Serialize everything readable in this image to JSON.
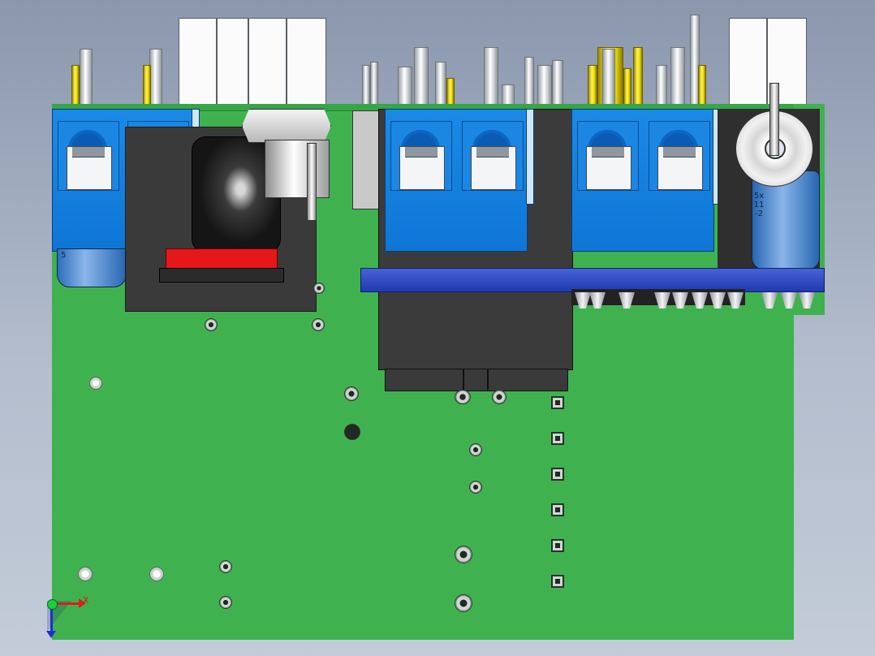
{
  "view": {
    "axis_x_label": "X",
    "capacitor_label": "5x11-2",
    "chassis_label": "5"
  }
}
